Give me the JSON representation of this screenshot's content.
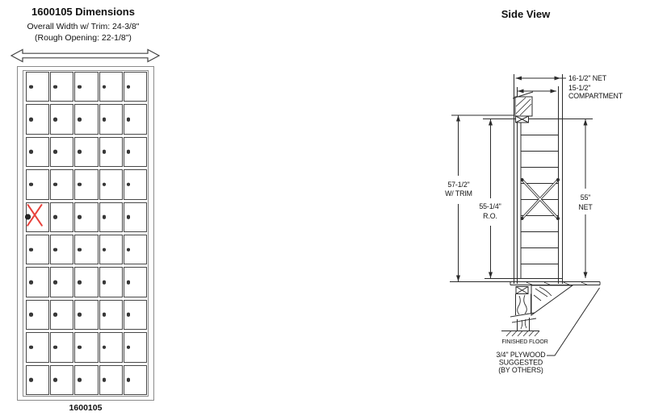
{
  "colors": {
    "cross": "#e8423c",
    "line": "#2b2b2b",
    "frame": "#8a8a8a"
  },
  "front_view": {
    "title": "1600105 Dimensions",
    "subtitle1": "Overall Width w/ Trim: 24-3/8\"",
    "subtitle2": "(Rough Opening: 22-1/8\")",
    "model_label": "1600105",
    "grid": {
      "rows": 10,
      "columns": 5,
      "crossed_cell": {
        "row": 5,
        "column": 1
      }
    }
  },
  "side_view": {
    "title": "Side View",
    "shelf_count": 9,
    "labels": {
      "net_width": "16-1/2\" NET",
      "compartment_line1": "15-1/2\"",
      "compartment_line2": "COMPARTMENT",
      "trim_height_line1": "57-1/2\"",
      "trim_height_line2": "W/ TRIM",
      "ro_height_line1": "55-1/4\"",
      "ro_height_line2": "R.O.",
      "net_height_line1": "55\"",
      "net_height_line2": "NET",
      "finished_floor": "FINISHED FLOOR",
      "plywood_line1": "3/4\" PLYWOOD",
      "plywood_line2": "SUGGESTED",
      "plywood_line3": "(BY OTHERS)"
    }
  }
}
